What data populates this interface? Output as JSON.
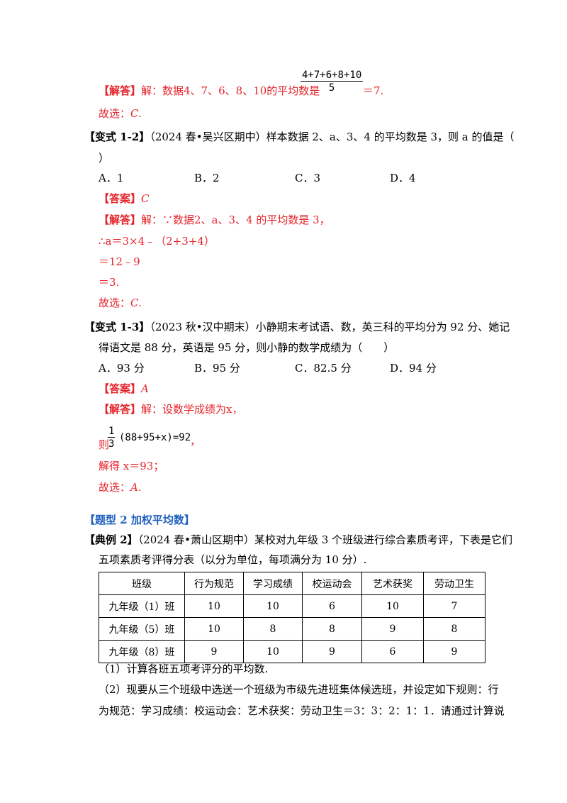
{
  "section1": {
    "fraction_num": "4+7+6+8+10",
    "fraction_den": "5",
    "answer_tag": "【解答】",
    "answer_text": "解：数据4、7、6、8、10的平均数是",
    "answer_result": "＝7.",
    "choice_prefix": "故选：",
    "choice": "C."
  },
  "variant12": {
    "tag": "【变式 1-2】",
    "question": "（2024 春•吴兴区期中）样本数据 2、a、3、4 的平均数是 3，则 a 的值是（",
    "question_end": "）",
    "options": [
      "A．1",
      "B．2",
      "C．3",
      "D．4"
    ],
    "answer_label": "【答案】",
    "answer_value": "C",
    "solution_tag": "【解答】",
    "solution_text": "解：∵数据2、a、3、4 的平均数是 3，",
    "step1": "∴a＝3×4﹣（2+3+4）",
    "step2": "＝12﹣9",
    "step3": "＝3.",
    "choice_prefix": "故选：",
    "choice": "C."
  },
  "variant13": {
    "tag": "【变式 1-3】",
    "question": "（2023 秋•汉中期末）小静期末考试语、数，英三科的平均分为 92 分、她记",
    "question_line2": "得语文是 88 分，英语是 95 分，则小静的数学成绩为（　　）",
    "options": [
      "A．93 分",
      "B．95 分",
      "C．82.5 分",
      "D．94 分"
    ],
    "answer_label": "【答案】",
    "answer_value": "A",
    "solution_tag": "【解答】",
    "solution_text": "解：设数学成绩为x，",
    "ze": "则",
    "frac_num": "1",
    "frac_den": "3",
    "expr": "(88+95+x)=92",
    "comma": "，",
    "step1": "解得 x＝93；",
    "choice_prefix": "故选：",
    "choice": "A."
  },
  "section2": {
    "title": "【题型 2  加权平均数】",
    "example_tag": "【典例 2】",
    "example_text": "（2024 春•萧山区期中）某校对九年级 3 个班级进行综合素质考评，下表是它们",
    "example_line2": "五项素质考评得分表（以分为单位，每项满分为 10 分）.",
    "table": {
      "headers": [
        "班级",
        "行为规范",
        "学习成绩",
        "校运动会",
        "艺术获奖",
        "劳动卫生"
      ],
      "rows": [
        [
          "九年级（1）班",
          "10",
          "10",
          "6",
          "10",
          "7"
        ],
        [
          "九年级（5）班",
          "10",
          "8",
          "8",
          "9",
          "8"
        ],
        [
          "九年级（8）班",
          "9",
          "10",
          "9",
          "6",
          "9"
        ]
      ]
    },
    "q1": "（1）计算各班五项考评分的平均数.",
    "q2": "（2）现要从三个班级中选送一个班级为市级先进班集体候选班，并设定如下规则：行",
    "q2_line2": "为规范：学习成绩：校运动会：艺术获奖：劳动卫生＝3：3：2：1：1．请通过计算说"
  }
}
